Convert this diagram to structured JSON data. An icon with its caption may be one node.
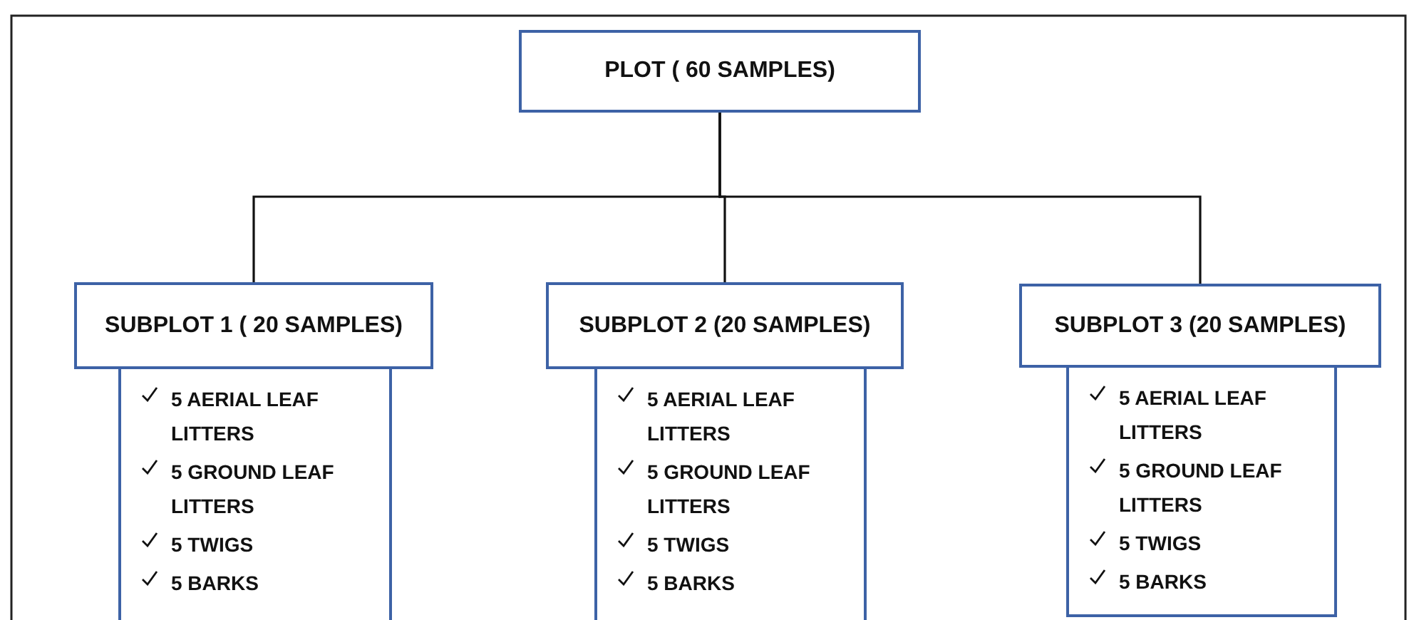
{
  "diagram": {
    "nodes": [
      {
        "text": [
          "PLOT ( 60 SAMPLES)"
        ]
      },
      {
        "text": [
          "SUBPLOT 1 ( 20 SAMPLES)"
        ]
      },
      {
        "text": [
          "5 AERIAL LEAF LITTERS",
          "5 GROUND LEAF LITTERS",
          "5 TWIGS",
          "5 BARKS"
        ]
      },
      {
        "text": [
          "SUBPLOT 2 (20 SAMPLES)"
        ]
      },
      {
        "text": [
          "5 AERIAL LEAF LITTERS",
          "5 GROUND LEAF LITTERS",
          "5 TWIGS",
          "5 BARKS"
        ]
      },
      {
        "text": [
          "SUBPLOT 3 (20 SAMPLES)"
        ]
      },
      {
        "text": [
          "5 AERIAL LEAF LITTERS",
          "5 GROUND LEAF LITTERS",
          "5 TWIGS",
          "5 BARKS"
        ]
      }
    ],
    "edges": [
      {
        "from": 0,
        "to": 1,
        "arrow": "none"
      },
      {
        "from": 0,
        "to": 3,
        "arrow": "none"
      },
      {
        "from": 0,
        "to": 5,
        "arrow": "none"
      }
    ]
  }
}
